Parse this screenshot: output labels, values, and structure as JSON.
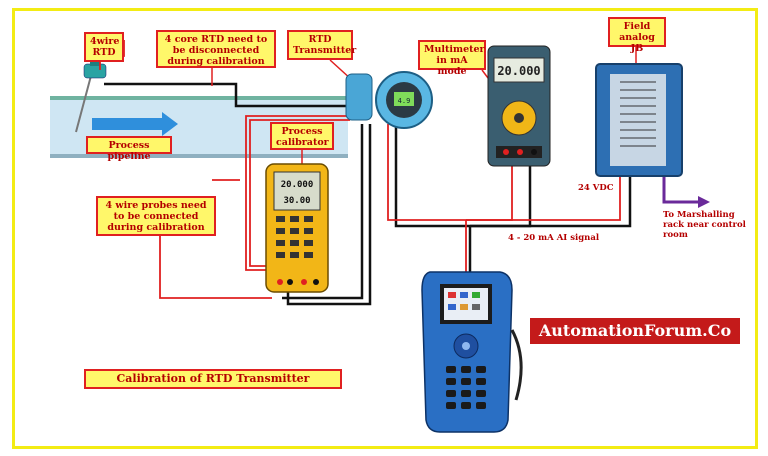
{
  "labels": {
    "four_wire_rtd": "4wire\nRTD",
    "core_rtd_note": "4 core RTD need to be disconnected during calibration",
    "rtd_transmitter": "RTD\nTransmitter",
    "multimeter": "Multimeter in mA mode",
    "field_jb": "Field analog JB",
    "process_pipeline": "Process pipeline",
    "process_calibrator": "Process calibrator",
    "probes_note": "4 wire probes need to be connected during calibration",
    "vdc": "24 VDC",
    "signal": "4 - 20 mA AI signal",
    "marshalling": "To Marshalling rack near control room",
    "brand": "AutomationForum.Co",
    "caption": "Calibration of RTD Transmitter"
  },
  "device_readouts": {
    "transmitter_display": "4.9",
    "multimeter_display": "20.000",
    "calibrator_display_top": "20.000",
    "calibrator_display_bottom": "30.00"
  },
  "colors": {
    "border": "#f3ec14",
    "label_fill": "#fff76a",
    "label_outline": "#e02020",
    "label_text": "#b40000",
    "wire_red": "#e02020",
    "wire_black": "#111111",
    "arrow_purple": "#6a2a9a",
    "brand_bg": "#c41a1a"
  }
}
